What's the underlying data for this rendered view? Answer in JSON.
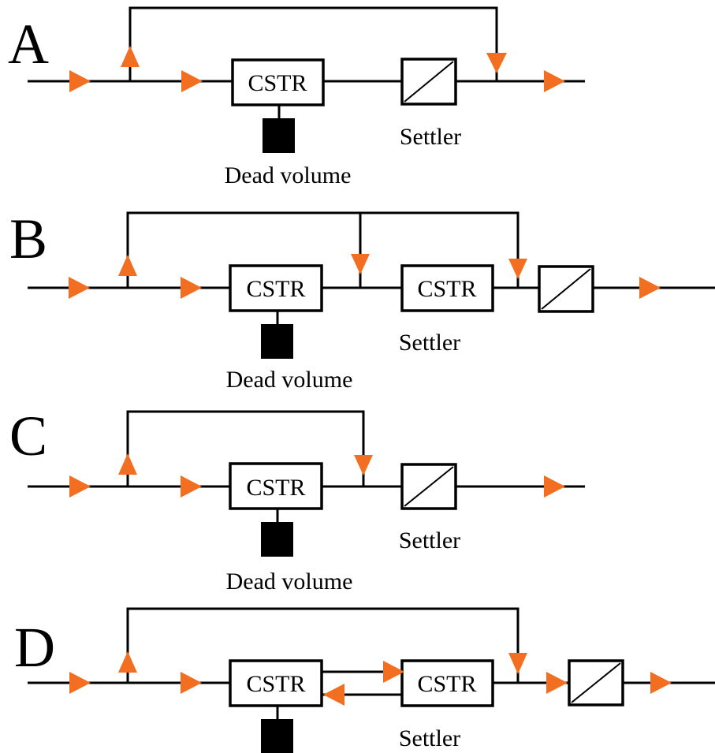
{
  "colors": {
    "arrow": "#F26F21",
    "line": "#000000",
    "background": "#FFFFFF"
  },
  "icons": {
    "settler_box": "diagonal-slash-box",
    "dead_volume": "filled-black-square",
    "flow_arrow": "orange-triangle"
  },
  "panels": {
    "A": {
      "letter": "A",
      "cstr1": "CSTR",
      "settler_label": "Settler",
      "dead_volume_label": "Dead volume"
    },
    "B": {
      "letter": "B",
      "cstr1": "CSTR",
      "cstr2": "CSTR",
      "settler_label": "Settler",
      "dead_volume_label": "Dead volume"
    },
    "C": {
      "letter": "C",
      "cstr1": "CSTR",
      "settler_label": "Settler",
      "dead_volume_label": "Dead volume"
    },
    "D": {
      "letter": "D",
      "cstr1": "CSTR",
      "cstr2": "CSTR",
      "settler_label": "Settler"
    }
  }
}
